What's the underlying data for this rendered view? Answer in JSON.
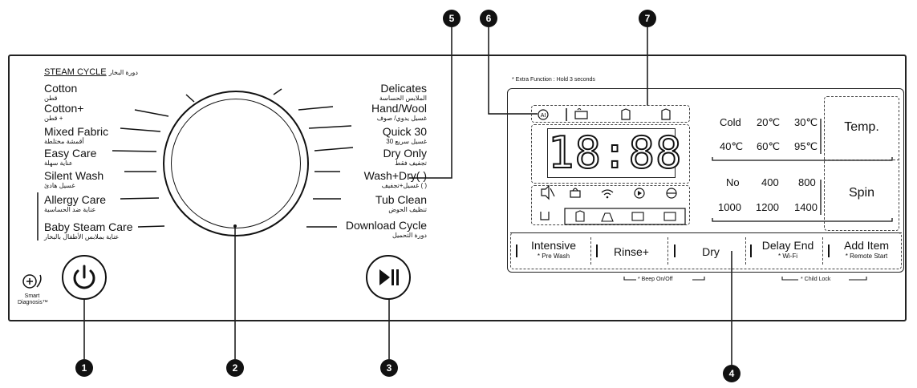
{
  "callouts": [
    "1",
    "2",
    "3",
    "4",
    "5",
    "6",
    "7"
  ],
  "steam_cycle": {
    "label": "STEAM CYCLE",
    "arabic": "دورة البخار"
  },
  "left_programs": [
    {
      "en": "Cotton",
      "ar": "قطن"
    },
    {
      "en": "Cotton+",
      "ar": "قطن +"
    },
    {
      "en": "Mixed Fabric",
      "ar": "أقمشة مختلطة"
    },
    {
      "en": "Easy Care",
      "ar": "عناية سهلة"
    },
    {
      "en": "Silent Wash",
      "ar": "غسيل هادئ"
    },
    {
      "en": "Allergy Care",
      "ar": "عناية ضد الحساسية"
    },
    {
      "en": "Baby Steam Care",
      "ar": "عناية بملابس الأطفال بالبخار"
    }
  ],
  "right_programs": [
    {
      "en": "Delicates",
      "ar": "الملابس الحساسة"
    },
    {
      "en": "Hand/Wool",
      "ar": "غسيل يدوي/ صوف"
    },
    {
      "en": "Quick 30",
      "ar": "غسيل سريع 30"
    },
    {
      "en": "Dry Only",
      "ar": "تجفيف فقط"
    },
    {
      "en": "Wash+Dry(   )",
      "ar": "غسيل+تجفيف (   )"
    },
    {
      "en": "Tub Clean",
      "ar": "تنظيف الحوض"
    },
    {
      "en": "Download Cycle",
      "ar": "دورة التحميل"
    }
  ],
  "smart_diagnosis": "Smart Diagnosis™",
  "extra_function_note": "* Extra Function : Hold 3 seconds",
  "display_digits": "18:88",
  "temp": {
    "label": "Temp.",
    "options": [
      "Cold",
      "20℃",
      "30℃",
      "40℃",
      "60℃",
      "95℃"
    ]
  },
  "spin": {
    "label": "Spin",
    "options": [
      "No",
      "400",
      "800",
      "1000",
      "1200",
      "1400"
    ]
  },
  "buttons": [
    {
      "label": "Intensive",
      "sub": "* Pre Wash"
    },
    {
      "label": "Rinse+",
      "sub": ""
    },
    {
      "label": "Dry",
      "sub": ""
    },
    {
      "label": "Delay End",
      "sub": "* Wi-Fi"
    },
    {
      "label": "Add Item",
      "sub": "* Remote Start"
    }
  ],
  "beep_note": "* Beep On/Off",
  "child_lock_note": "* Child Lock"
}
